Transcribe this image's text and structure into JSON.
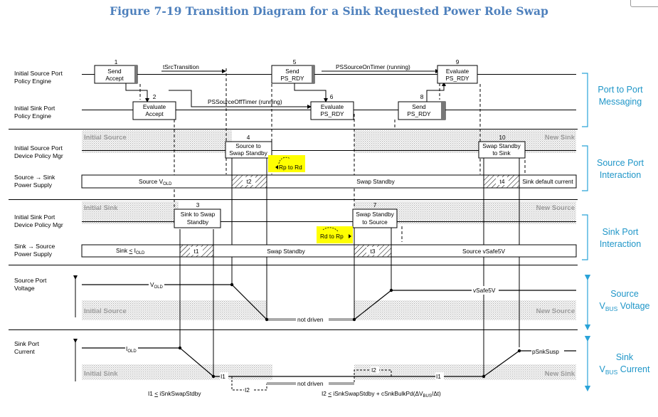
{
  "title": "Figure 7-19 Transition Diagram for a Sink Requested Power Role Swap",
  "rows": {
    "src_pe": [
      "Initial Source Port",
      "Policy Engine"
    ],
    "snk_pe": [
      "Initial Sink Port",
      "Policy Engine"
    ],
    "src_dpm": [
      "Initial Source Port",
      "Device Policy Mgr"
    ],
    "src_ps": [
      "Source → Sink",
      "Power Supply"
    ],
    "snk_dpm": [
      "Initial Sink Port",
      "Device Policy Mgr"
    ],
    "snk_ps": [
      "Sink → Source",
      "Power Supply"
    ],
    "src_v": [
      "Source Port",
      "Voltage"
    ],
    "snk_i": [
      "Sink Port",
      "Current"
    ]
  },
  "groups": {
    "msg": [
      "Port to Port",
      "Messaging"
    ],
    "srcport": [
      "Source Port",
      "Interaction"
    ],
    "snkport": [
      "Sink Port",
      "Interaction"
    ],
    "vbus_v": [
      "Source",
      "V",
      "BUS",
      " Voltage"
    ],
    "vbus_i": [
      "Sink",
      "V",
      "BUS",
      " Current"
    ]
  },
  "steps": {
    "s1": {
      "num": "1",
      "label": [
        "Send",
        "Accept"
      ]
    },
    "s2": {
      "num": "2",
      "label": [
        "Evaluate",
        "Accept"
      ]
    },
    "s3": {
      "num": "3",
      "label": [
        "Sink to Swap",
        "Standby"
      ]
    },
    "s4": {
      "num": "4",
      "label": [
        "Source to",
        "Swap Standby"
      ]
    },
    "s5": {
      "num": "5",
      "label": [
        "Send",
        "PS_RDY"
      ]
    },
    "s6": {
      "num": "6",
      "label": [
        "Evaluate",
        "PS_RDY"
      ]
    },
    "s7": {
      "num": "7",
      "label": [
        "Swap Standby",
        "to Source"
      ]
    },
    "s8": {
      "num": "8",
      "label": [
        "Send",
        "PS_RDY"
      ]
    },
    "s9": {
      "num": "9",
      "label": [
        "Evaluate",
        "PS_RDY"
      ]
    },
    "s10": {
      "num": "10",
      "label": [
        "Swap Standby",
        "to Sink"
      ]
    }
  },
  "timers": {
    "tsrc": "tSrcTransition",
    "pssrcoff": "PSSourceOffTimer (running)",
    "pssrcon": "PSSourceOnTimer (running)"
  },
  "zones": {
    "init_source": "Initial Source",
    "new_sink": "New Sink",
    "init_sink": "Initial Sink",
    "new_source": "New Source"
  },
  "highlights": {
    "rp_to_rd": "Rp to Rd",
    "rd_to_rp": "Rd to Rp"
  },
  "supply": {
    "source_vold": [
      "Source V",
      "OLD"
    ],
    "swap_standby": "Swap Standby",
    "sink_default": "Sink default current",
    "sink_iold": [
      "Sink ",
      "<",
      " I",
      "OLD"
    ],
    "source_vsafe5v": "Source vSafe5V"
  },
  "timings": {
    "t1": "t1",
    "t2": "t2",
    "t3": "t3",
    "t4": "t4"
  },
  "waves": {
    "vold": [
      "V",
      "OLD"
    ],
    "vsafe5v": "vSafe5V",
    "not_driven": "not driven",
    "iold": [
      "I",
      "OLD"
    ],
    "i1": "I1",
    "i2": "I2",
    "psnksusp": "pSnkSusp"
  },
  "notes": {
    "n1": [
      "I1 ",
      "<",
      " iSnkSwapStdby"
    ],
    "n2": [
      "I2 ",
      "<",
      " iSnkSwapStdby + cSnkBulkPd(ΔV",
      "BUS",
      "/Δt)"
    ]
  },
  "colors": {
    "title": "#4f81bd",
    "group_text": "#1f96c8",
    "group_bracket": "#2aa3d8",
    "highlight": "#ffff00",
    "zone_dot": "#b4b4b4"
  }
}
